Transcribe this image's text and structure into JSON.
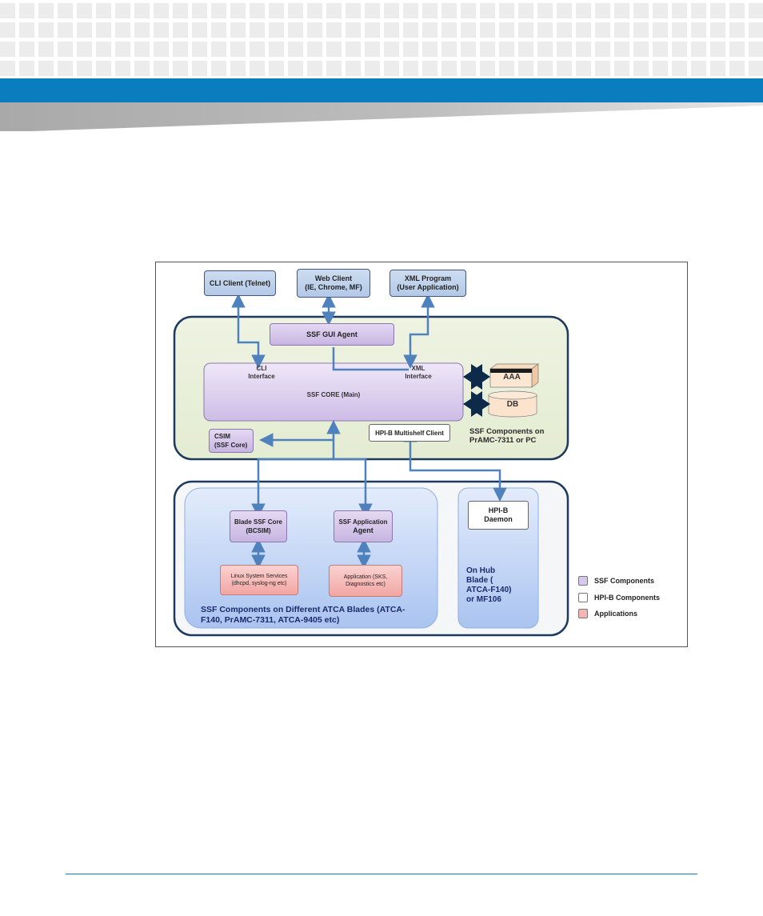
{
  "diagram": {
    "clients": {
      "cli": "CLI Client (Telnet)",
      "web_line1": "Web Client",
      "web_line2": "(IE, Chrome, MF)",
      "xml_line1": "XML Program",
      "xml_line2": "(User Application)"
    },
    "gui_agent": "SSF GUI Agent",
    "core": {
      "label": "SSF CORE (Main)",
      "cli_interface_1": "CLI",
      "cli_interface_2": "Interface",
      "xml_interface_1": "XML",
      "xml_interface_2": "Interface"
    },
    "aaa": "AAA",
    "db": "DB",
    "hpi_client": "HPI-B Multishelf Client",
    "csim_1": "CSIM",
    "csim_2": "(SSF Core)",
    "top_region_label_1": "SSF Components on",
    "top_region_label_2": "PrAMC-7311 or PC",
    "blade_core_1": "Blade SSF Core",
    "blade_core_2": "(BCSIM)",
    "app_agent_1": "SSF Application",
    "app_agent_2": "Agent",
    "linux_services_1": "Linux System Services",
    "linux_services_2": "(dhcpd, syslog-ng etc)",
    "application_1": "Application (SKS,",
    "application_2": "Diagnostics etc)",
    "blades_label_1": "SSF Components on Different ATCA Blades (ATCA-",
    "blades_label_2": "F140, PrAMC-7311,  ATCA-9405  etc)",
    "hpi_daemon_1": "HPI-B",
    "hpi_daemon_2": "Daemon",
    "hub_1": "On Hub",
    "hub_2": "Blade (",
    "hub_3": "ATCA-F140)",
    "hub_4": "or MF106",
    "legend": {
      "ssf": "SSF Components",
      "hpi": "HPI-B Components",
      "apps": "Applications"
    }
  },
  "colors": {
    "header_blue": "#0a7dbf",
    "arrow_blue": "#4f81bd",
    "region_fill": "#ebf1de",
    "region_border": "#1f3a5f"
  }
}
